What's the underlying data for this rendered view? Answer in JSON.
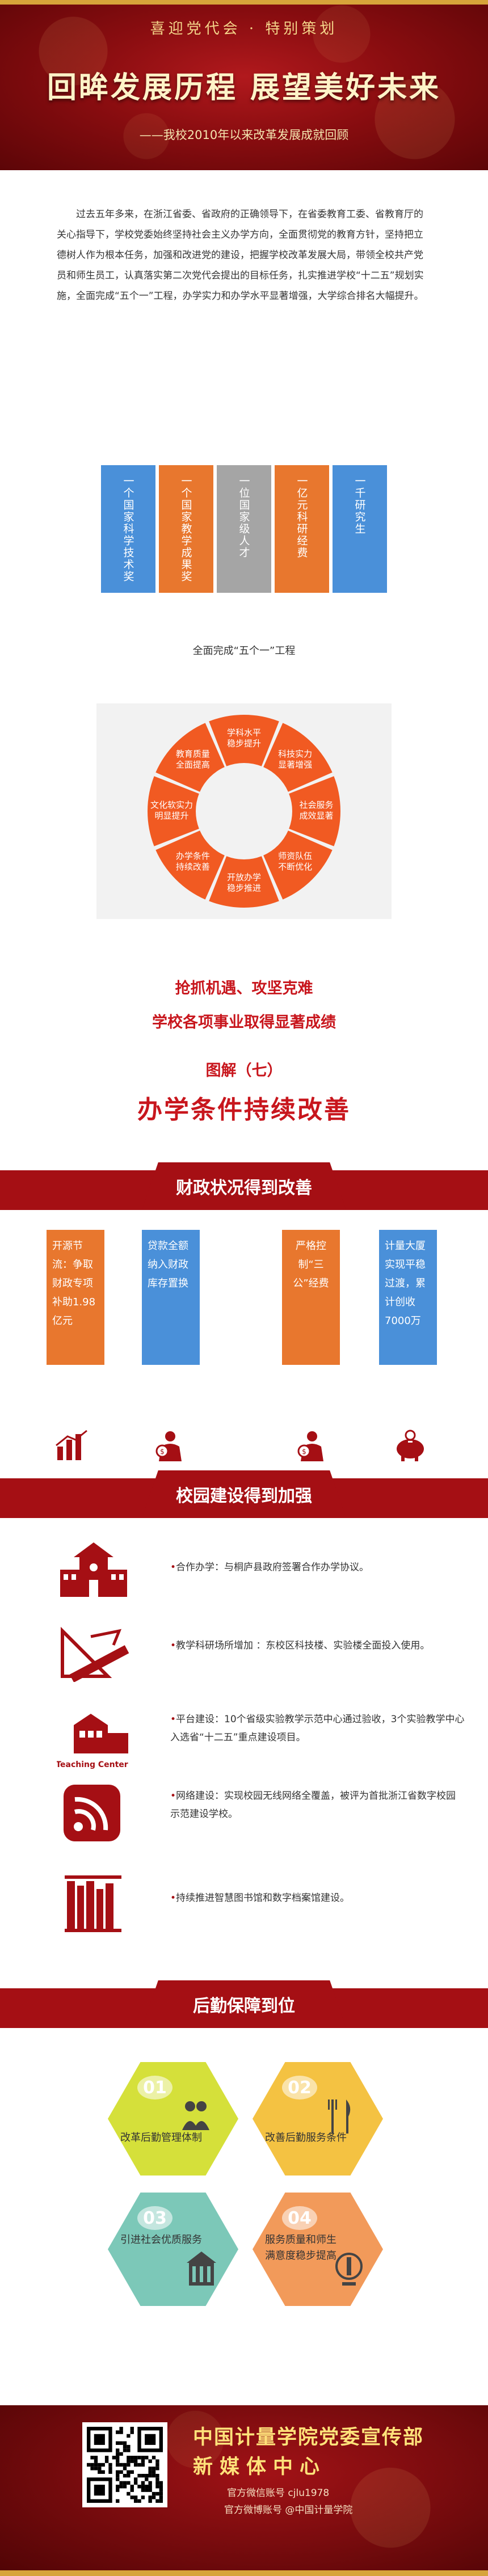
{
  "header": {
    "kicker": "喜迎党代会 · 特别策划",
    "title": "回眸发展历程 展望美好未来",
    "subtitle": "——我校2010年以来改革发展成就回顾"
  },
  "intro": "过去五年多来，在浙江省委、省政府的正确领导下，在省委教育工委、省教育厅的关心指导下，学校党委始终坚持社会主义办学方向，全面贯彻党的教育方针，坚持把立德树人作为根本任务，加强和改进党的建设，把握学校改革发展大局，带领全校共产党员和师生员工，认真落实第二次党代会提出的目标任务，扎实推进学校“十二五”规划实施，全面完成“五个一”工程，办学实力和办学水平显著增强，大学综合排名大幅提升。",
  "five_one": {
    "bars": [
      {
        "label": "一个国家科学技术奖",
        "color": "#4a90d9"
      },
      {
        "label": "一个国家教学成果奖",
        "color": "#e8772e"
      },
      {
        "label": "一位国家级人才",
        "color": "#a5a5a5"
      },
      {
        "label": "一亿元科研经费",
        "color": "#e8772e"
      },
      {
        "label": "一千研究生",
        "color": "#4a90d9"
      }
    ],
    "caption": "全面完成“五个一”工程"
  },
  "donut": {
    "segments": [
      "学科水平稳步提升",
      "科技实力显著增强",
      "社会服务成效显著",
      "师资队伍不断优化",
      "开放办学稳步推进",
      "办学条件持续改善",
      "文化软实力明显提升",
      "教育质量全面提高"
    ]
  },
  "headline": {
    "line1": "抢抓机遇、攻坚克难",
    "line2": "学校各项事业取得显著成绩",
    "tujie": "图解（七）",
    "big": "办学条件持续改善"
  },
  "finance": {
    "title": "财政状况得到改善",
    "cards": [
      {
        "text": "开源节流：争取财政专项补助1.98亿元",
        "color": "#e8772e",
        "icon": "bar-chart-icon"
      },
      {
        "text": "贷款全额纳入财政库存置换",
        "color": "#4a90d9",
        "icon": "money-person-icon"
      },
      {
        "text": "严格控制“三公”经费",
        "color": "#e8772e",
        "icon": "money-person-icon"
      },
      {
        "text": "计量大厦实现平稳过渡，累计创收7000万",
        "color": "#4a90d9",
        "icon": "piggy-bank-icon"
      }
    ]
  },
  "campus": {
    "title": "校园建设得到加强",
    "items": [
      {
        "text": "合作办学：与桐庐县政府签署合作办学协议。",
        "icon": "school-building-icon"
      },
      {
        "text": "教学科研场所增加 ：东校区科技楼、实验楼全面投入使用。",
        "icon": "ruler-triangle-icon"
      },
      {
        "text": "平台建设：10个省级实验教学示范中心通过验收，3个实验教学中心入选省“十二五”重点建设项目。",
        "icon": "teaching-center-icon",
        "icon_caption": "Teaching Center"
      },
      {
        "text": "网络建设：实现校园无线网络全覆盖，被评为首批浙江省数字校园示范建设学校。",
        "icon": "rss-icon"
      },
      {
        "text": "持续推进智慧图书馆和数字档案馆建设。",
        "icon": "books-icon"
      }
    ]
  },
  "logistics": {
    "title": "后勤保障到位",
    "items": [
      {
        "num": "01",
        "text": "改革后勤管理体制",
        "color": "#d5e03a",
        "icon": "people-icon"
      },
      {
        "num": "02",
        "text": "改善后勤服务条件",
        "color": "#f4c242",
        "icon": "fork-knife-icon"
      },
      {
        "num": "03",
        "text": "引进社会优质服务",
        "color": "#7cc8b8",
        "icon": "building-icon"
      },
      {
        "num": "04",
        "text": "服务质量和师生满意度稳步提高",
        "color": "#f29a5a",
        "icon": "lamp-icon"
      }
    ]
  },
  "footer": {
    "org": "中国计量学院党委宣传部",
    "org2": "新媒体中心",
    "wechat": "官方微信账号 cjlu1978",
    "weibo": "官方微博账号 @中国计量学院"
  },
  "colors": {
    "brand_red": "#a50f14",
    "headline_red": "#c8161d",
    "orange": "#e8772e",
    "blue": "#4a90d9",
    "gold": "#d7a43a"
  }
}
